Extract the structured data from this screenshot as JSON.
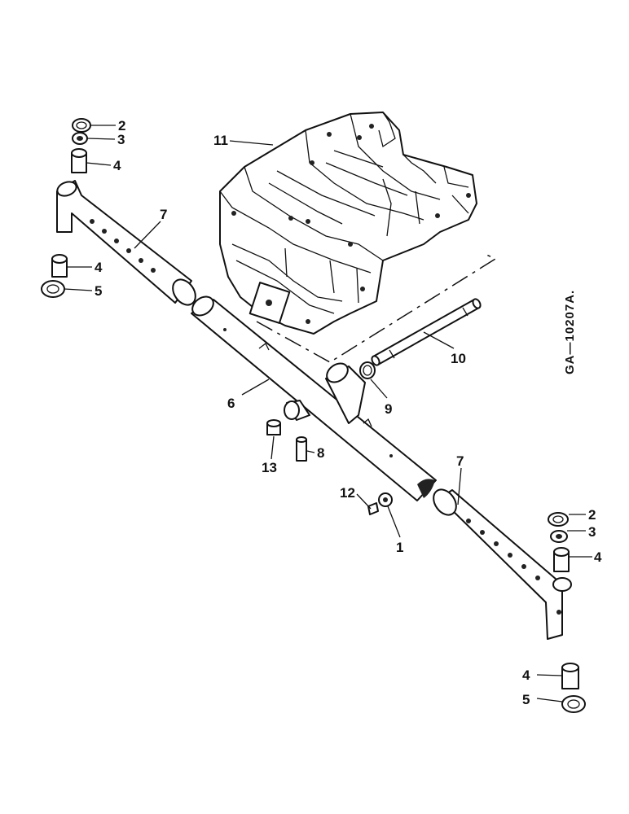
{
  "figure_ref": "GA—10207A.",
  "callouts": {
    "c1": "1",
    "c2_top": "2",
    "c3_top": "3",
    "c4_top": "4",
    "c4_left": "4",
    "c5_left": "5",
    "c6": "6",
    "c7_left": "7",
    "c7_right": "7",
    "c8": "8",
    "c9": "9",
    "c10": "10",
    "c11": "11",
    "c12": "12",
    "c13": "13",
    "c2_right": "2",
    "c3_right": "3",
    "c4_right": "4",
    "c4_bottom": "4",
    "c5_bottom": "5"
  }
}
